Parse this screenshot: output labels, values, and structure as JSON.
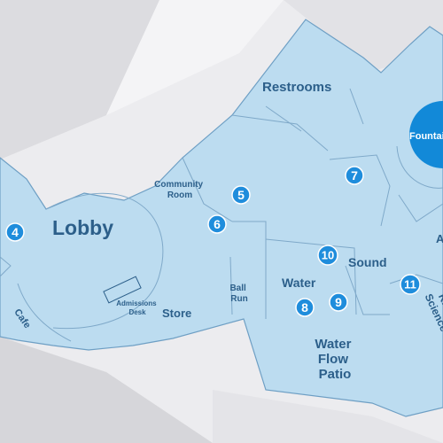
{
  "colors": {
    "floor": "#bcdcf0",
    "floor_edge": "#6e9fc4",
    "background": "#e9e9ec",
    "label": "#2c5f8a",
    "pin": "#1f8ddc",
    "fountain": "#1289d8"
  },
  "areas": {
    "restrooms": "Restrooms",
    "community_room": "Community Room",
    "lobby": "Lobby",
    "admissions_desk": "Admissions Desk",
    "cafe": "Cafe",
    "store": "Store",
    "ball_run": "Ball Run",
    "water": "Water",
    "sound": "Sound",
    "water_flow_patio": "Water Flow Patio",
    "knee_science": "Knee Science",
    "partial_a": "A",
    "fountain": "Fountain"
  },
  "markers": [
    "4",
    "5",
    "6",
    "7",
    "8",
    "9",
    "10",
    "11"
  ]
}
